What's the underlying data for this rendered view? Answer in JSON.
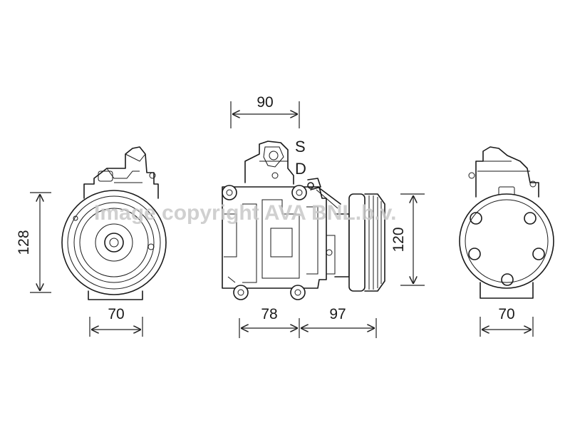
{
  "watermark": "Image copyright AVA BNL.b.v.",
  "views": {
    "front": {
      "width": "70",
      "height": "128"
    },
    "side": {
      "top": "90",
      "body": "78",
      "pulley": "97",
      "height": "120",
      "port_s": "S",
      "port_d": "D"
    },
    "rear": {
      "width": "70"
    }
  },
  "colors": {
    "line": "#1a1a1a",
    "watermark": "#c8c8c8"
  }
}
